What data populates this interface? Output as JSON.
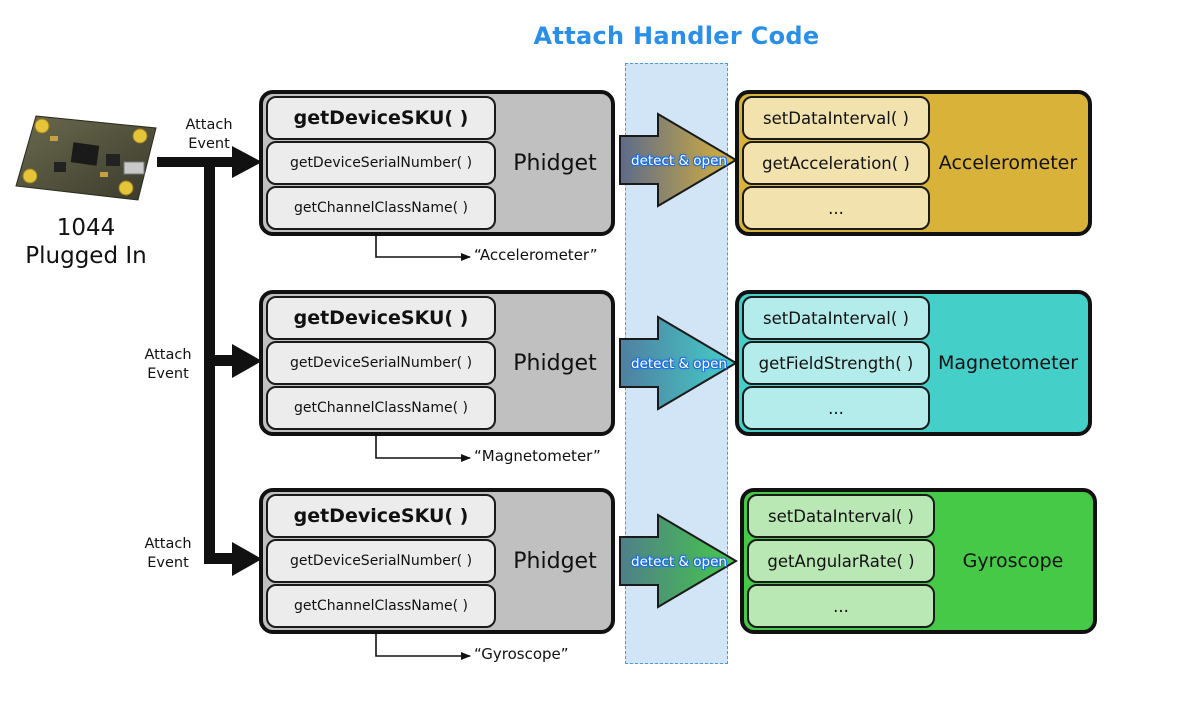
{
  "handler_title": "Attach Handler Code",
  "device": {
    "model": "1044",
    "status": "Plugged In"
  },
  "event_label": {
    "line1": "Attach",
    "line2": "Event"
  },
  "phidget": {
    "name": "Phidget",
    "methods": [
      "getDeviceSKU( )",
      "getDeviceSerialNumber( )",
      "getChannelClassName( )"
    ]
  },
  "arrow_label": "detect & open",
  "channels": [
    {
      "class_name_result": "“Accelerometer”",
      "name": "Accelerometer",
      "methods": [
        "setDataInterval( )",
        "getAcceleration( )",
        "..."
      ],
      "colors": {
        "box": "#d9b23a",
        "pill": "#f2e2ae",
        "arrow_start": "#5d6b8a",
        "arrow_end": "#d9b23a"
      }
    },
    {
      "class_name_result": "“Magnetometer”",
      "name": "Magnetometer",
      "methods": [
        "setDataInterval( )",
        "getFieldStrength( )",
        "..."
      ],
      "colors": {
        "box": "#45cfc9",
        "pill": "#b3ecea",
        "arrow_start": "#4f7fa0",
        "arrow_end": "#45cfc9"
      }
    },
    {
      "class_name_result": "“Gyroscope”",
      "name": "Gyroscope",
      "methods": [
        "setDataInterval( )",
        "getAngularRate( )",
        "..."
      ],
      "colors": {
        "box": "#45c947",
        "pill": "#b9e8b4",
        "arrow_start": "#4f7f8a",
        "arrow_end": "#45c947"
      }
    }
  ]
}
